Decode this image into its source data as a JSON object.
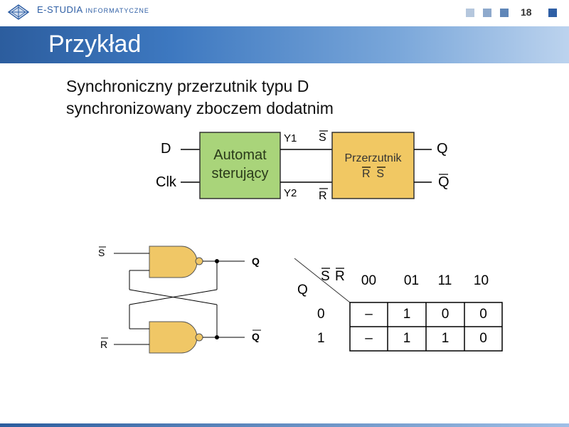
{
  "header": {
    "logo_main": "E-STUDIA",
    "logo_sub": "INFORMATYCZNE",
    "page_number": "18",
    "squares": [
      "#b5c7dd",
      "#8ea9cc",
      "#5f86b8",
      "#2f5fa5"
    ]
  },
  "slide": {
    "title": "Przykład",
    "subtitle_line1": "Synchroniczny przerzutnik typu D",
    "subtitle_line2": "synchronizowany zboczem dodatnim"
  },
  "block_diagram": {
    "input_d": "D",
    "input_clk": "Clk",
    "automat_line1": "Automat",
    "automat_line2": "sterujący",
    "y1": "Y1",
    "y2": "Y2",
    "s_bar": "S",
    "r_bar": "R",
    "ff_line1": "Przerzutnik",
    "ff_r": "R",
    "ff_s": "S",
    "out_q": "Q",
    "out_qbar": "Q",
    "colors": {
      "automat": "#a9d47a",
      "flipflop": "#f1c863"
    }
  },
  "latch": {
    "s_label": "S",
    "r_label": "R",
    "q_label": "Q",
    "qbar_label": "Q",
    "gate_color": "#f0c766"
  },
  "karnaugh": {
    "var_cols_s": "S",
    "var_cols_r": "R",
    "var_row": "Q",
    "col_headers": [
      "00",
      "01",
      "11",
      "10"
    ],
    "row_headers": [
      "0",
      "1"
    ],
    "cells": [
      [
        "–",
        "1",
        "0",
        "0"
      ],
      [
        "–",
        "1",
        "1",
        "0"
      ]
    ]
  }
}
